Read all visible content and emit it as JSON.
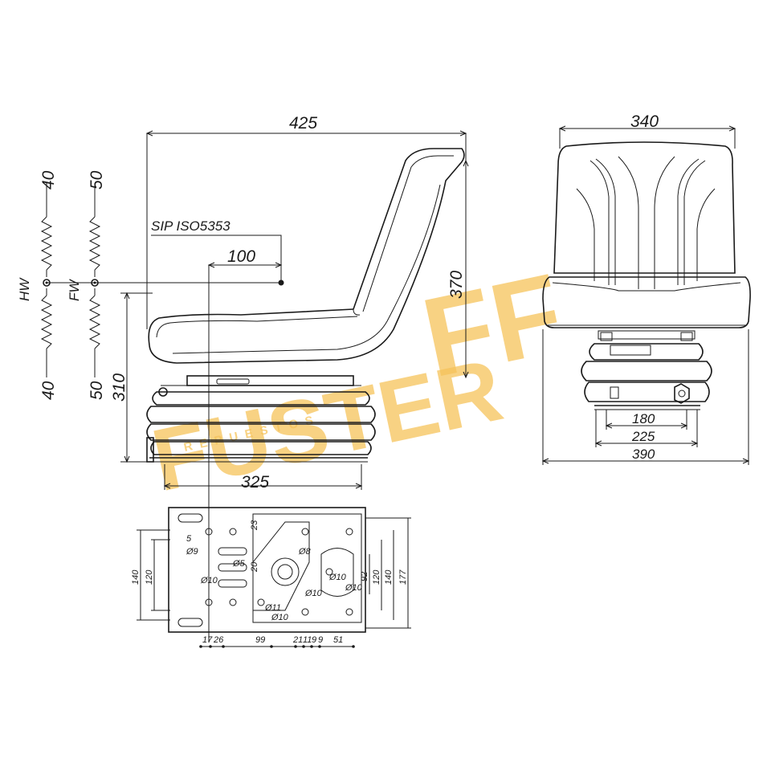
{
  "watermark": {
    "small_text": "REPUESTOS",
    "brand": "FUSTER",
    "monogram": "FF",
    "color": "#f6c35a"
  },
  "side_view": {
    "dims": {
      "total_length": "425",
      "offset": "100",
      "seat_height": "310",
      "base_width": "325",
      "backrest_height": "370"
    },
    "reference_label": "SIP ISO5353",
    "spring_hw": {
      "label": "HW",
      "top": "40",
      "bottom": "40"
    },
    "spring_fw": {
      "label": "FW",
      "top": "50",
      "bottom": "50"
    }
  },
  "front_view": {
    "dims": {
      "top_width": "340",
      "inner_width": "180",
      "mid_width": "225",
      "overall_width": "390"
    }
  },
  "mounting_plate": {
    "left_dims": [
      "140",
      "120"
    ],
    "right_dims": [
      "92",
      "120",
      "140",
      "177"
    ],
    "bottom_dims": [
      "17",
      "26",
      "99",
      "21",
      "11",
      "9",
      "9",
      "51"
    ],
    "hole_labels": [
      "5",
      "Ø9",
      "23",
      "Ø5",
      "20",
      "Ø10",
      "Ø8",
      "Ø10",
      "Ø10",
      "Ø11",
      "Ø10",
      "Ø10"
    ]
  }
}
